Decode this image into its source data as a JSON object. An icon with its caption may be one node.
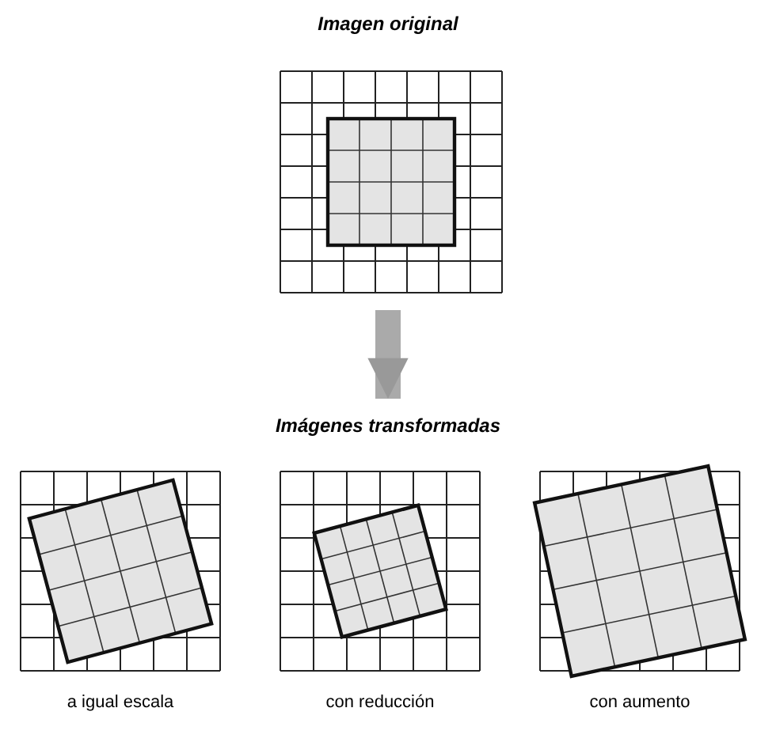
{
  "diagram": {
    "nodes": [
      {
        "text": [
          "Imagen original"
        ]
      },
      {
        "text": [
          "Imágenes transformadas"
        ]
      },
      {
        "text": [
          "a igual escala"
        ]
      },
      {
        "text": [
          "con reducción"
        ]
      },
      {
        "text": [
          "con aumento"
        ]
      }
    ],
    "edges": [
      {
        "from": 0,
        "to": 1,
        "arrow": "to"
      }
    ]
  }
}
